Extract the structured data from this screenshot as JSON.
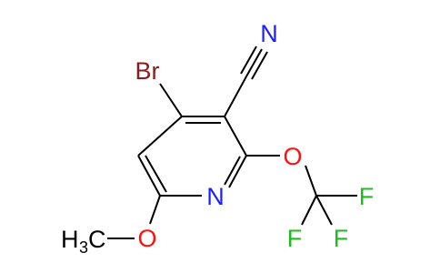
{
  "molecule": {
    "atoms": {
      "bromine": "Br",
      "nitrile_nitrogen": "N",
      "ring_nitrogen": "N",
      "ring_oxygen": "O",
      "methoxy_oxygen": "O",
      "methyl_h": "H",
      "methyl_sub": "3",
      "methyl_c": "C",
      "fluorine_1": "F",
      "fluorine_2": "F",
      "fluorine_3": "F"
    },
    "colors": {
      "bond": "#000000",
      "bromine": "#8b1a1a",
      "nitrogen": "#2020ff",
      "oxygen": "#ff1010",
      "fluorine": "#20bb20",
      "carbon": "#000000"
    }
  }
}
